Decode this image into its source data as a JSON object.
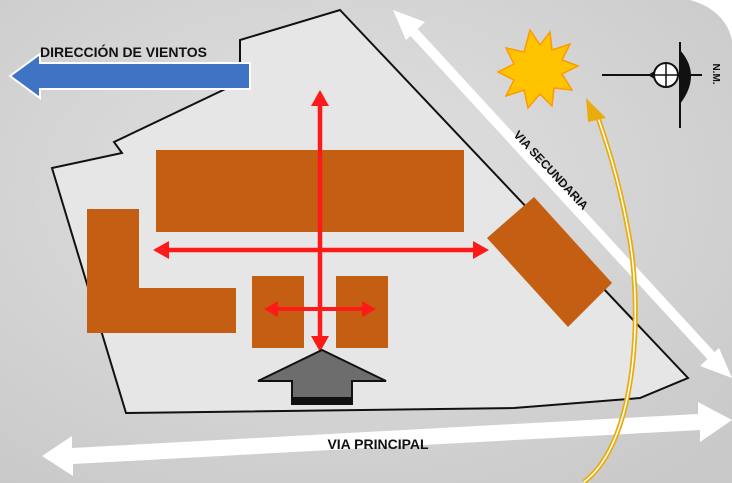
{
  "labels": {
    "wind_direction": "DIRECCIÓN DE VIENTOS",
    "secondary_road": "VIA SECUNDARIA",
    "main_road": "VIA PRINCIPAL",
    "north": "N.M."
  },
  "icons": [
    "wind-arrow-icon",
    "sun-icon",
    "sun-path-arc",
    "north-compass-icon",
    "entrance-arrow-icon",
    "circulation-cross-icon"
  ],
  "colors": {
    "background": "#d6d6d6",
    "building": "#c45e12",
    "circulation": "#ff1a1a",
    "wind_arrow": "#3f73c4",
    "sun": "#ffc400",
    "sun_path": "#e8ad0c",
    "road": "#ffffff",
    "entrance": "#6d6d6d"
  }
}
